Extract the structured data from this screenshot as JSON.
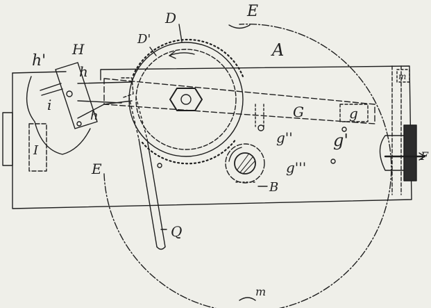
{
  "colors": {
    "paper": "#efefe9",
    "ink": "#1e1e1e"
  },
  "labels": {
    "D": "D",
    "D_prime": "D'",
    "E_top": "E",
    "A": "A",
    "H": "H",
    "h_prime": "h'",
    "h": "h",
    "i": "i",
    "h_lower": "h",
    "G": "G",
    "g": "g",
    "g_prime": "g'",
    "g_double": "g''",
    "g_triple": "g'''",
    "I": "I",
    "E_left": "E",
    "B": "B",
    "F": "F",
    "Q": "Q",
    "m": "m",
    "m_bottom": "m"
  }
}
